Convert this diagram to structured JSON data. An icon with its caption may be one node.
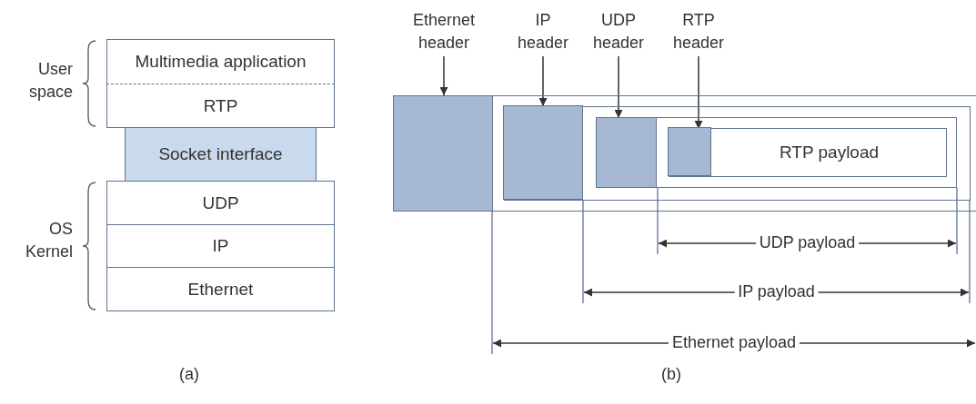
{
  "diagram": {
    "nodes": [
      {
        "text": [
          "Multimedia application"
        ]
      },
      {
        "text": [
          "RTP"
        ]
      },
      {
        "text": [
          "Socket interface"
        ]
      },
      {
        "text": [
          "UDP"
        ]
      },
      {
        "text": [
          "IP"
        ]
      },
      {
        "text": [
          "Ethernet"
        ]
      },
      {
        "text": [
          "Ethernet header"
        ]
      },
      {
        "text": [
          "IP header"
        ]
      },
      {
        "text": [
          "UDP header"
        ]
      },
      {
        "text": [
          "RTP header"
        ]
      },
      {
        "text": [],
        "shape": "box"
      },
      {
        "text": [],
        "shape": "box",
        "in": 10
      },
      {
        "text": [],
        "shape": "box",
        "in": 10
      },
      {
        "text": [],
        "shape": "box",
        "in": 12
      },
      {
        "text": [],
        "shape": "box",
        "in": 12
      },
      {
        "text": [],
        "shape": "box",
        "in": 14
      },
      {
        "text": [
          "RTP payload"
        ],
        "in": 14
      },
      {
        "text": [],
        "shape": "box",
        "in": 16
      }
    ],
    "edges": [
      {
        "from": 6,
        "to": 11,
        "arrow": "to"
      },
      {
        "from": 7,
        "to": 13,
        "arrow": "to"
      },
      {
        "from": 8,
        "to": 15,
        "arrow": "to"
      },
      {
        "from": 9,
        "to": 17,
        "arrow": "to"
      }
    ],
    "labels": [
      "User space",
      "OS Kernel",
      "UDP payload",
      "IP payload",
      "Ethernet payload",
      "(a)",
      "(b)"
    ]
  }
}
